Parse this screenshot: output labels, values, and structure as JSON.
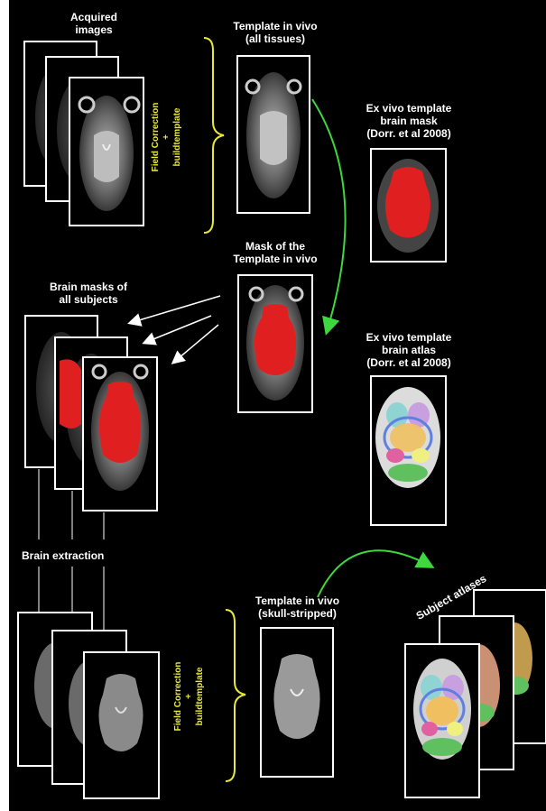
{
  "labels": {
    "acquired_images": "Acquired\nimages",
    "field_correction_1": "Field Correction\n+\nbuildtemplate",
    "template_in_vivo": "Template in vivo\n(all tissues)",
    "ex_vivo_brain_mask": "Ex vivo template\nbrain mask\n(Dorr. et al 2008)",
    "mask_of_template": "Mask of the\nTemplate in vivo",
    "brain_masks_all_subjects": "Brain masks of\nall subjects",
    "ex_vivo_brain_atlas": "Ex vivo template\nbrain atlas\n(Dorr. et al 2008)",
    "brain_extraction": "Brain extraction",
    "template_skull_stripped": "Template in vivo\n(skull-stripped)",
    "field_correction_2": "Field Correction\n+\nbuildtemplate",
    "subject_atlases": "Subject atlases"
  },
  "colors": {
    "background": "#000000",
    "outer_border": "#ffffff",
    "frame_border": "#ffffff",
    "brain_mask": "#e02020",
    "label_text": "#ffffff",
    "yellow_text": "#e8e83a",
    "brace": "#e8e83a",
    "green_arrow": "#3ed83e",
    "white_arrow": "#ffffff",
    "mri_gray": "#8a8a8a",
    "atlas_colors": [
      "#8fd3d3",
      "#c8a0e0",
      "#f0c060",
      "#60c060",
      "#e060a0",
      "#6080e0",
      "#f0f080",
      "#d0d0d0"
    ]
  },
  "icons": {
    "brace": "curly-brace",
    "arrow": "arrow"
  }
}
